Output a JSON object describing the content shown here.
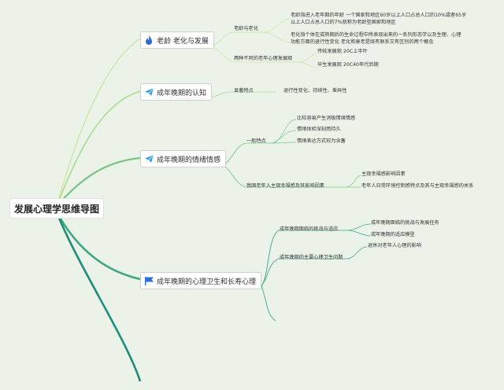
{
  "root": {
    "title": "发展心理学思维导图"
  },
  "colors": {
    "background": "#ebf3e9",
    "branch1": "#c8e6a0",
    "branch2": "#8fcf8a",
    "branch3": "#55b07f",
    "branch4": "#1f8c7c",
    "icon_fire": "#2a6fd6",
    "icon_plane": "#3aa0e0",
    "icon_flag": "#2a6fd6"
  },
  "b1": {
    "label": "老龄 老化与发展",
    "icon": "fire-icon",
    "s1": "老龄与老化",
    "s1a_l1": "老龄指进入老年期的年龄 一个国家和地区60岁以上人口占总人口的10%或者65岁",
    "s1a_l2": "以上人口占总人口的7%就称为老龄型国家和地区",
    "s1b_l1": "老化指个体在成熟期后的生命过程中所表现出来的一系列形态学以及生理、心理",
    "s1b_l2": "功能方面的退行性变化 老化和衰老是既有联系又有区别的两个概念",
    "s2": "两种不同的老年心理发展观",
    "s2a": "传统发展观 20C上半叶",
    "s2b": "毕生发展观 20C40年代后期"
  },
  "b2": {
    "label": "成年晚期的认知",
    "icon": "paper-plane-icon",
    "s1": "显著特点",
    "s1a": "退行性变化、持续性、差异性"
  },
  "b3": {
    "label": "成年晚期的情绪情感",
    "icon": "paper-plane-icon",
    "s1": "一般特点",
    "s1a": "比较容易产生消极情绪情感",
    "s1b": "情绪体验深刻而持久",
    "s1c": "情绪表达方式较为含蓄",
    "s2": "我国老年人主观幸福感及其影响因素",
    "s2a": "主观幸福感影响因素",
    "s2b": "老年人日常环境控制感特点及其与主观幸福感的关系"
  },
  "b4": {
    "label": "成年晚期的心理卫生和长寿心理",
    "icon": "flag-icon",
    "s1": "成年晚期面临的挑战与适应",
    "s1a": "成年晚期面临的挑战与发展任务",
    "s1b": "成年晚期的适应模型",
    "s2": "成年晚期的主要心理卫生问题",
    "s2a": "退休对老年人心理的影响"
  }
}
